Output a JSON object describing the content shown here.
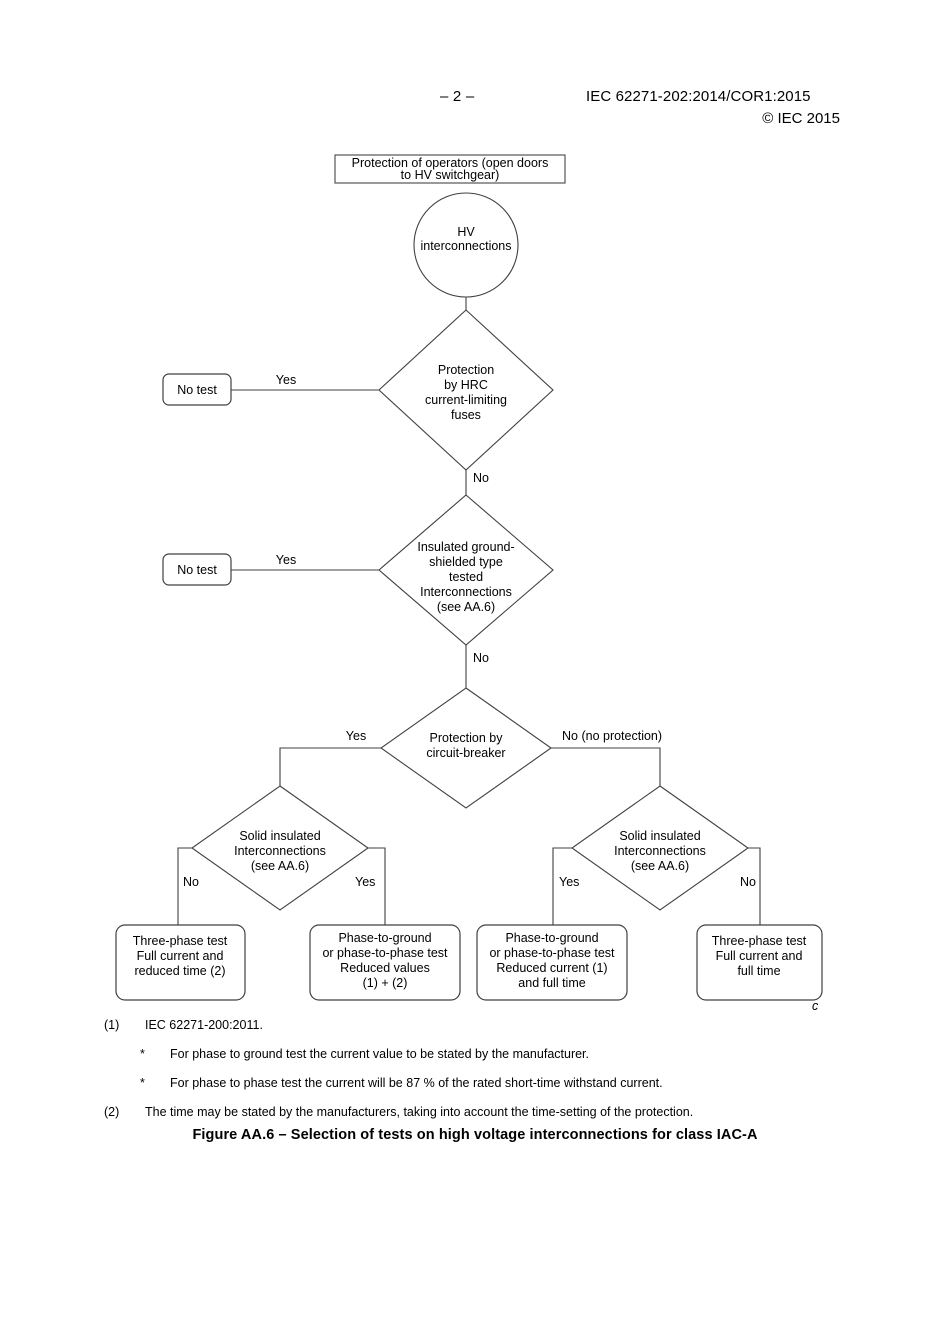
{
  "header": {
    "page_number": "– 2 –",
    "standard_ref": "IEC 62271-202:2014/COR1:2015",
    "copyright": "© IEC 2015"
  },
  "flowchart": {
    "title_box": {
      "line1": "Protection of operators (open doors",
      "line2": "to HV switchgear)"
    },
    "start_node": {
      "line1": "HV",
      "line2": "interconnections"
    },
    "decision1": {
      "line1": "Protection",
      "line2": "by HRC",
      "line3": "current-limiting",
      "line4": "fuses",
      "yes_label": "Yes",
      "no_label": "No"
    },
    "decision2": {
      "line1": "Insulated ground-",
      "line2": "shielded type",
      "line3": "tested",
      "line4": "Interconnections",
      "line5": "(see AA.6)",
      "yes_label": "Yes",
      "no_label": "No"
    },
    "decision3": {
      "line1": "Protection by",
      "line2": "circuit-breaker",
      "yes_label": "Yes",
      "no_label": "No (no protection)"
    },
    "decision4_left": {
      "line1": "Solid insulated",
      "line2": "Interconnections",
      "line3": "(see AA.6)",
      "left_label": "No",
      "right_label": "Yes"
    },
    "decision5_right": {
      "line1": "Solid insulated",
      "line2": "Interconnections",
      "line3": "(see AA.6)",
      "left_label": "Yes",
      "right_label": "No"
    },
    "no_test_1": "No test",
    "no_test_2": "No test",
    "result1": {
      "line1": "Three-phase test",
      "line2": "Full current and",
      "line3": "reduced time (2)"
    },
    "result2": {
      "line1": "Phase-to-ground",
      "line2": "or phase-to-phase test",
      "line3": "Reduced values",
      "line4": "(1) + (2)"
    },
    "result3": {
      "line1": "Phase-to-ground",
      "line2": "or phase-to-phase test",
      "line3": "Reduced current (1)",
      "line4": "and full time"
    },
    "result4": {
      "line1": "Three-phase test",
      "line2": "Full current and",
      "line3": "full time"
    },
    "corner_marker": "c"
  },
  "notes": [
    {
      "marker": "(1)",
      "text": "IEC 62271-200:2011.",
      "sub": false
    },
    {
      "marker": "*",
      "text": "For phase to ground test the current value to be stated by the manufacturer.",
      "sub": true
    },
    {
      "marker": "*",
      "text": "For phase to phase test the current will be 87 % of the rated short-time withstand current.",
      "sub": true
    },
    {
      "marker": "(2)",
      "text": "The time may be stated by the manufacturers, taking into account the time-setting of the protection.",
      "sub": false
    }
  ],
  "caption": "Figure AA.6 – Selection of tests on high voltage interconnections for class IAC-A"
}
